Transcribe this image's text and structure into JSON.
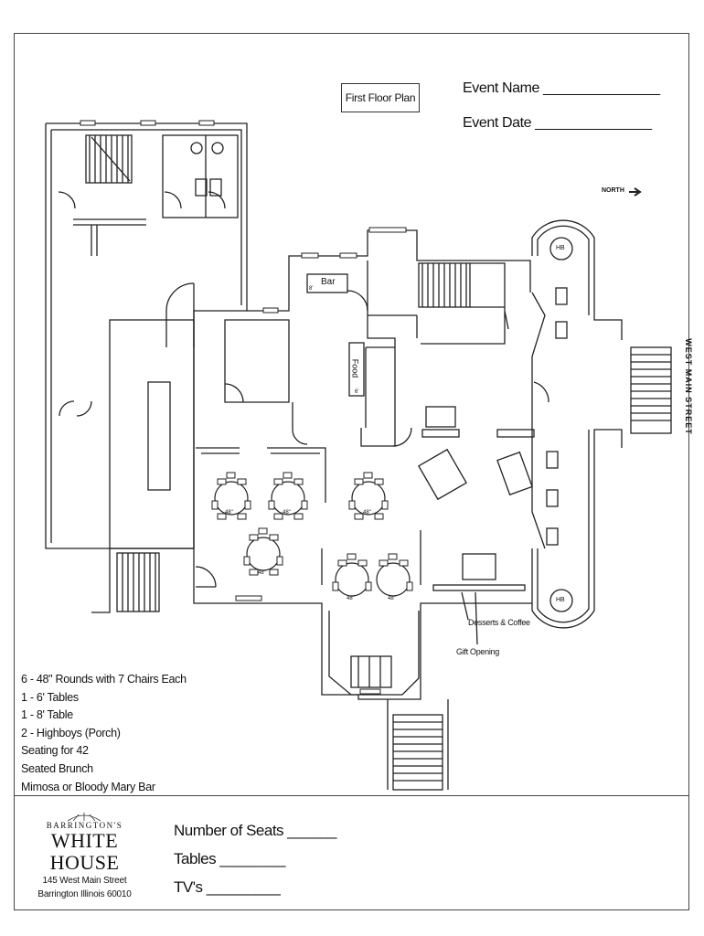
{
  "header": {
    "plan_title": "First Floor Plan",
    "event_name": "Event Name _______________",
    "event_date": "Event Date _______________"
  },
  "compass": {
    "label": "NORTH",
    "icon": "arrow-right-icon"
  },
  "street_label": "WEST MAIN STREET",
  "room_labels": {
    "bar": "Bar",
    "bar_size": "8'",
    "food": "Food",
    "food_size": "6'",
    "highboy_top": "HB",
    "highboy_bottom": "HB",
    "desserts": "Desserts & Coffee",
    "gift": "Gift Opening"
  },
  "tables": [
    {
      "label": "48\""
    },
    {
      "label": "48\""
    },
    {
      "label": "48\""
    },
    {
      "label": "48\""
    },
    {
      "label": "48\""
    },
    {
      "label": "48\""
    }
  ],
  "notes": [
    "6 - 48\" Rounds with 7 Chairs Each",
    "1 - 6' Tables",
    "1 - 8' Table",
    "2 - Highboys (Porch)",
    "Seating for 42",
    "Seated Brunch",
    "Mimosa or Bloody Mary Bar"
  ],
  "logo": {
    "brand_top": "BARRINGTON'S",
    "brand_main": "WHITE HOUSE",
    "address_line1": "145 West Main Street",
    "address_line2": "Barrington Illinois 60010"
  },
  "footer_fields": [
    "Number of Seats ______",
    "Tables ________",
    "TV's _________"
  ]
}
